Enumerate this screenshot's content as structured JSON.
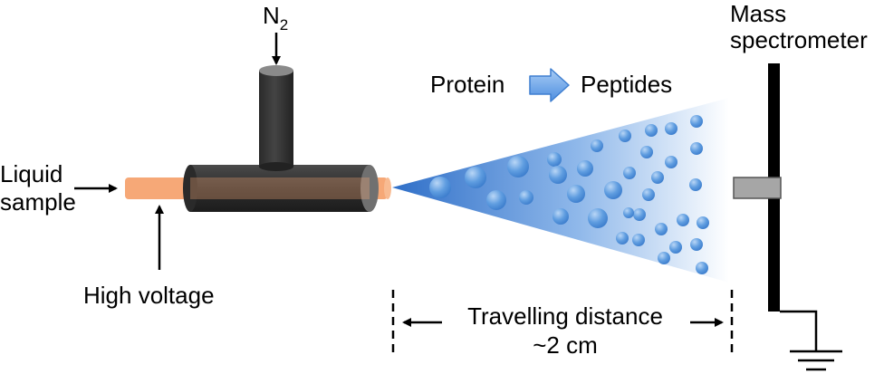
{
  "labels": {
    "n2_main": "N",
    "n2_sub": "2",
    "liquid_line1": "Liquid",
    "liquid_line2": "sample",
    "high_voltage": "High voltage",
    "protein": "Protein",
    "peptides": "Peptides",
    "mass_line1": "Mass",
    "mass_line2": "spectrometer",
    "travel_line1": "Travelling distance",
    "travel_line2": "~2 cm"
  },
  "colors": {
    "tube": "#f6a877",
    "cylinder": "#3a3a3a",
    "spray": "#3d79cc",
    "droplet": "#5f9de0",
    "arrow_fill": "#6fa4e6",
    "wall": "#000000",
    "inlet": "#a6a6a6"
  }
}
